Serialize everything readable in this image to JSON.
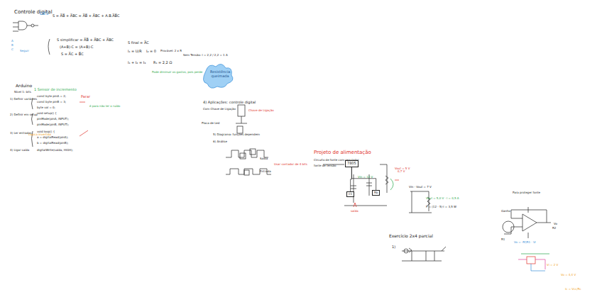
{
  "diagram": {
    "title": "Controle digital",
    "nodes": [
      {
        "text": [
          "Resistência queimada"
        ]
      },
      {
        "text": [
          "7805"
        ]
      },
      {
        "text": [
          "C1"
        ]
      },
      {
        "text": [
          "Rb"
        ]
      }
    ],
    "edges": [
      {
        "from": 1,
        "to": 2,
        "arrow": "none"
      },
      {
        "from": 1,
        "to": 3,
        "arrow": "none"
      }
    ],
    "labels": [
      "DES",
      "S = A̅B̅ + A̅BC = A̅B̅ + A̅BC + A.B.A̅B̅C",
      "A",
      "B",
      "C",
      "Seguir",
      "S simplificar = A̅B̅ + A̅BC + A̅BC",
      "(A+B)·C = (A+B)·C",
      "S = A̅C + B̅C",
      "S final = A̅C",
      "I₁ = U/R",
      "I₂ = 0",
      "Provável: 2 x R",
      "I₁ + I₂ = I₃",
      "R₁ = 2,2 Ω",
      "Sem Tensão: I = 2,2 / 2,2 = 1 A",
      "Pode diminuir os gastos, pois perde",
      "Arduino",
      "Nível 1: bits",
      "1 Sensor de incremento",
      "1) Definir variáveis",
      "const byte pinA = 2;",
      "const byte pinB = 3;",
      "byte val = 0;",
      "2) Definir em setup",
      "void setup() {",
      "pinMode(pinA, INPUT);",
      "pinMode(pinB, INPUT);",
      "3) Ler entradas",
      "void loop() {",
      "a = digitalRead(pinA);",
      "b = digitalRead(pinB);",
      "4) Ligar saída",
      "digitalWrite(saída, HIGH);",
      "Parar",
      "Lógica invertida",
      "é para não ler o ruído",
      "4) Aplicações: controle digital",
      "Com Chave de Ligação",
      "Chave de Ligação",
      "Placa de Led",
      "5) Diagrama: funções dependem",
      "6) Análise",
      "Saída",
      "Entrada",
      "Usar contador de 4 bits",
      "Projeto de alimentação",
      "Circuito de fonte com regulador",
      "fonte de tensão",
      "Vout = 5 V",
      "Vin = 12 V",
      "saída",
      "0,7 V",
      "Vin - Vout = 7 V",
      "P = (12 - 5)·I = 3,5 W",
      "Vout = 5,0 V · I = 0,5 A",
      "Exercício 2x4 parcial",
      "1)",
      "Ganho",
      "R1",
      "R2",
      "Vo",
      "Para proteger fonte",
      "Vo = -Rf/R1 · Vi",
      "Vi = 2 V",
      "Vo = 4,4 V",
      "Ic = Vcc/Rc"
    ]
  }
}
